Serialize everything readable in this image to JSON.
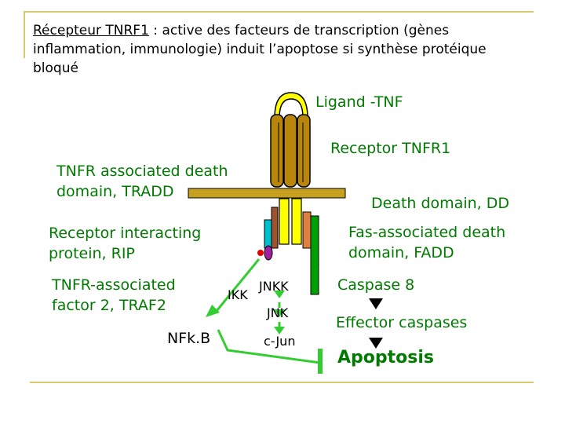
{
  "header": {
    "title": "Récepteur TNRF1",
    "text": " : active des facteurs de transcription (gènes inflammation, immunologie) induit l’apoptose si synthèse protéique bloqué"
  },
  "labels": {
    "ligand": "Ligand -TNF",
    "receptor": "Receptor TNFR1",
    "tradd": "TNFR associated death domain, TRADD",
    "dd": "Death domain, DD",
    "rip": "Receptor interacting protein, RIP",
    "fadd": "Fas-associated death domain, FADD",
    "traf2": "TNFR-associated factor 2, TRAF2",
    "ikk": "IKK",
    "jnkk": "JNKK",
    "jnk": "JNK",
    "cjun": "c-Jun",
    "nfkb": "NFk.B",
    "caspase8": "Caspase 8",
    "effector": "Effector caspases",
    "apoptosis": "Apoptosis"
  },
  "colors": {
    "green_text": "#007a00",
    "frame": "#d9c96a",
    "receptor_brown": "#b8860b",
    "ligand_yellow": "#ffff00",
    "membrane": "#c8a020",
    "arrow_green": "#33cc33"
  }
}
